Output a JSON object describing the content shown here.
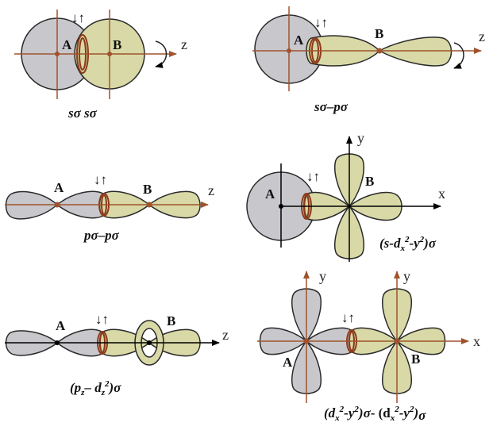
{
  "colors": {
    "grey_lobe": "#c8c8cc",
    "olive_lobe": "#d8d9a6",
    "outline": "#2a2a2a",
    "axis_brown": "#a0522d",
    "axis_black": "#000000",
    "spin_stripe": "#8b3a1a"
  },
  "spin_symbol": "↓↑",
  "panels": {
    "ss": {
      "atom_a": "A",
      "atom_b": "B",
      "axis": "z",
      "caption": {
        "t1": "s",
        "t2": "σ",
        "t3": " s",
        "t4": "σ"
      }
    },
    "sp": {
      "atom_a": "A",
      "atom_b": "B",
      "axis": "z",
      "caption": {
        "t1": "s",
        "t2": "σ",
        "t3": "–",
        "t4": "p",
        "t5": "σ"
      }
    },
    "pp": {
      "atom_a": "A",
      "atom_b": "B",
      "axis": "z",
      "caption": {
        "t1": "p",
        "t2": "σ",
        "t3": "–",
        "t4": "p",
        "t5": "σ"
      }
    },
    "sd": {
      "atom_a": "A",
      "atom_b": "B",
      "axis_x": "x",
      "axis_y": "y",
      "caption": {
        "open": "(s-d",
        "sub_x": "x",
        "sup1": "2",
        "dash": "-y",
        "sup2": "2",
        "close": ")",
        "sigma": "σ"
      }
    },
    "pd": {
      "atom_a": "A",
      "atom_b": "B",
      "axis": "z",
      "caption": {
        "open": "(p",
        "sub_z": "z",
        "dash": "– d",
        "sub_z2": "z",
        "sup": "2",
        "close": ")",
        "sigma": "σ"
      }
    },
    "dd": {
      "atom_a": "A",
      "atom_b": "B",
      "axis_x": "x",
      "axis_y1": "y",
      "axis_y2": "y",
      "caption": {
        "open1": "(d",
        "sub1": "x",
        "sup1": "2",
        "dash1": "-y",
        "sup2": "2",
        "close1": ")",
        "sigma1": "σ",
        "mid": "- (d",
        "sub2": "x",
        "sup3": "2",
        "dash2": "-y",
        "sup4": "2",
        "close2": ")",
        "sigma2": "σ"
      }
    }
  }
}
